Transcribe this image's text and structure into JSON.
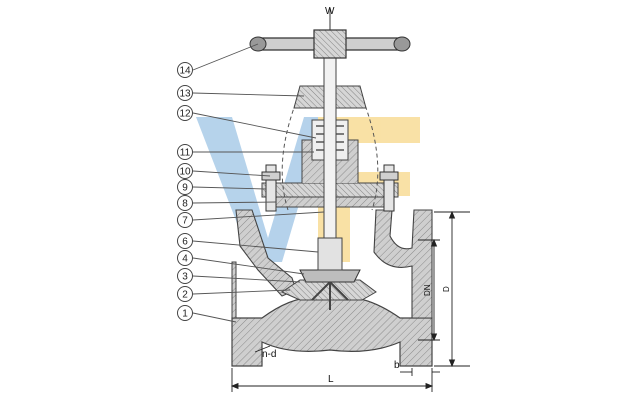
{
  "callouts": [
    "14",
    "13",
    "12",
    "11",
    "10",
    "9",
    "8",
    "7",
    "6",
    "4",
    "3",
    "2",
    "1"
  ],
  "dimensions": {
    "handwheel": "W",
    "length": "L",
    "nominal_diameter": "DN",
    "flange_diameter": "D",
    "flange_thickness": "b",
    "bolt_holes": "n-d"
  },
  "watermark": {
    "text": "VF",
    "colors": [
      "#9dc3e6",
      "#f9d98a"
    ]
  },
  "colors": {
    "body_hatch": "#c9c9c9",
    "outline": "#444444",
    "leader": "#555555"
  }
}
